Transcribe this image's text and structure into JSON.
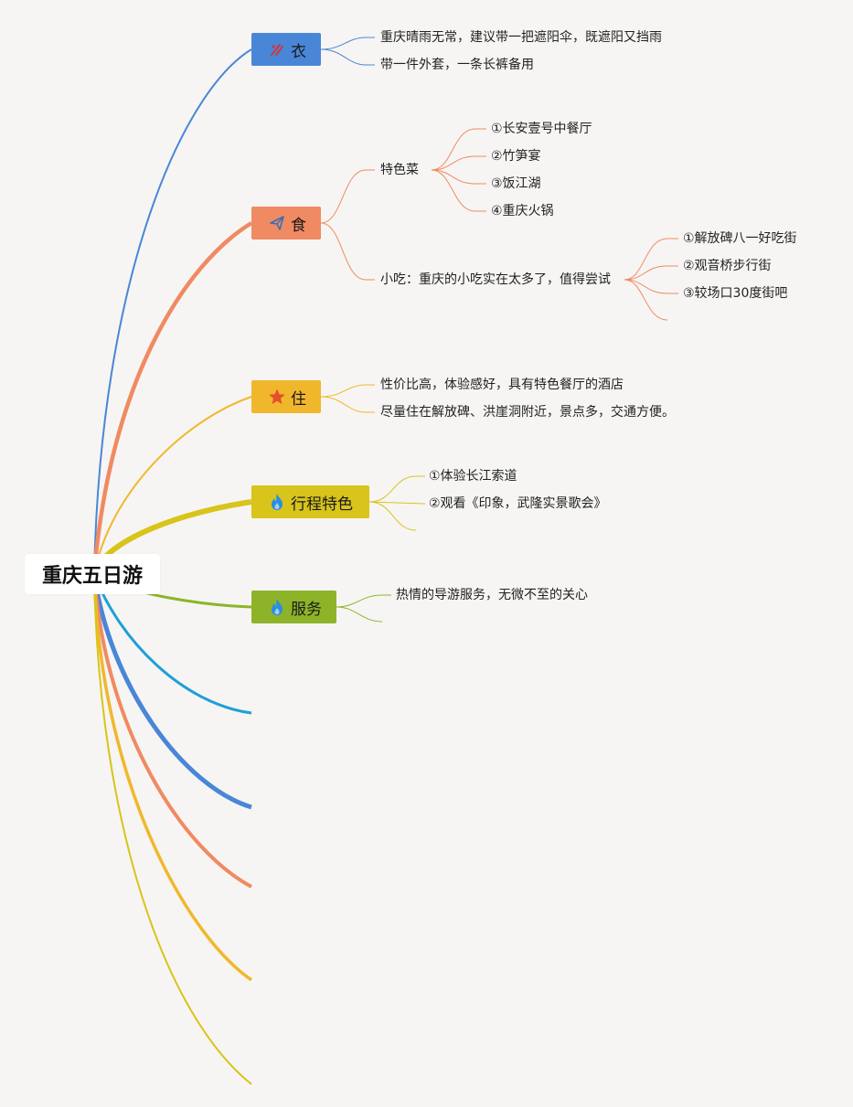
{
  "root": {
    "label": "重庆五日游"
  },
  "branches": {
    "clothing": {
      "label": "衣",
      "color": "#4a86d8",
      "icon": "cutlery-icon",
      "items": [
        "重庆晴雨无常，建议带一把遮阳伞，既遮阳又挡雨",
        "带一件外套，一条长裤备用"
      ]
    },
    "food": {
      "label": "食",
      "color": "#f08a62",
      "icon": "paper-plane-icon",
      "specialty": {
        "label": "特色菜",
        "items": [
          "①长安壹号中餐厅",
          "②竹笋宴",
          "③饭江湖",
          "④重庆火锅"
        ]
      },
      "snack": {
        "label": "小吃：重庆的小吃实在太多了，值得尝试",
        "items": [
          "①解放碑八一好吃街",
          "②观音桥步行街",
          "③较场口30度街吧"
        ]
      }
    },
    "lodging": {
      "label": "住",
      "color": "#f1b72c",
      "icon": "star-icon",
      "items": [
        "性价比高，体验感好，具有特色餐厅的酒店",
        "尽量住在解放碑、洪崖洞附近，景点多，交通方便。"
      ]
    },
    "itinerary": {
      "label": "行程特色",
      "color": "#d8c41a",
      "icon": "flame-icon",
      "items": [
        "①体验长江索道",
        "②观看《印象，武隆实景歌会》"
      ]
    },
    "service": {
      "label": "服务",
      "color": "#8db429",
      "icon": "flame-icon",
      "items": [
        "热情的导游服务，无微不至的关心"
      ]
    }
  },
  "colors": {
    "blue_line": "#4a86d8",
    "sky_line": "#1f9fd8",
    "orange_line": "#f08a62",
    "yellow_line": "#f1b72c",
    "olive_line": "#d8c41a",
    "green_line": "#8db429"
  }
}
